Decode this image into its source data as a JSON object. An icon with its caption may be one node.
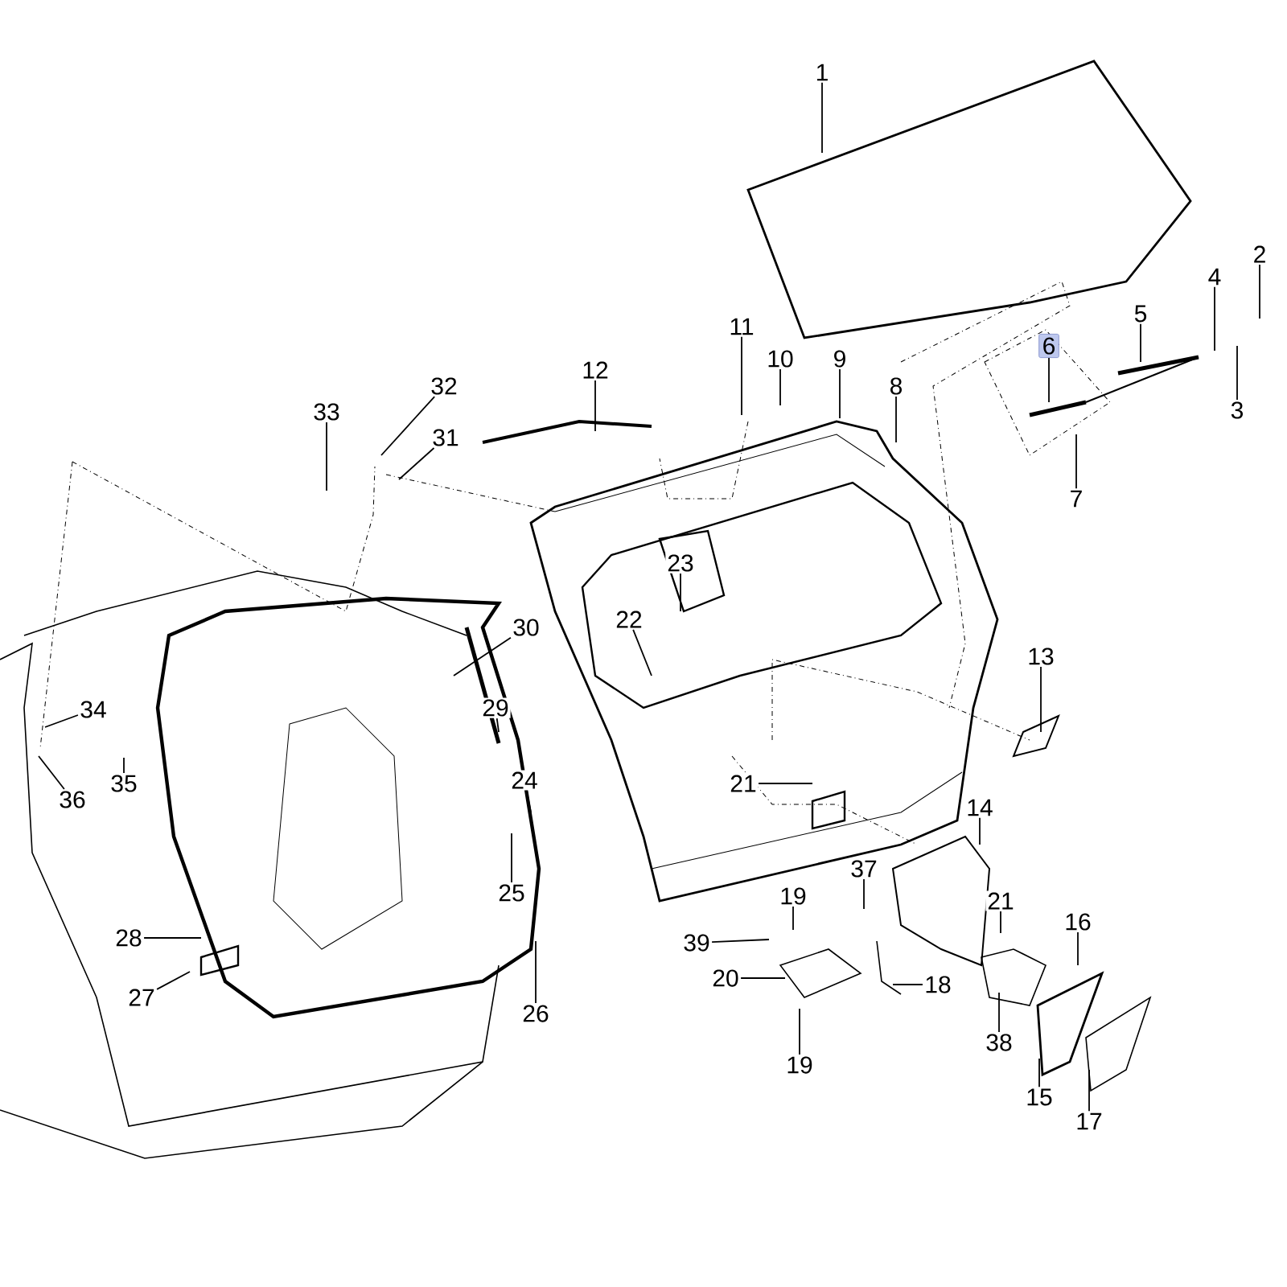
{
  "diagram": {
    "nodes": [
      {
        "text": [
          "1"
        ]
      },
      {
        "text": [
          "2"
        ]
      },
      {
        "text": [
          "3"
        ]
      },
      {
        "text": [
          "4"
        ]
      },
      {
        "text": [
          "5"
        ]
      },
      {
        "text": [
          "6"
        ]
      },
      {
        "text": [
          "7"
        ]
      },
      {
        "text": [
          "8"
        ]
      },
      {
        "text": [
          "9"
        ]
      },
      {
        "text": [
          "10"
        ]
      },
      {
        "text": [
          "11"
        ]
      },
      {
        "text": [
          "12"
        ]
      },
      {
        "text": [
          "13"
        ]
      },
      {
        "text": [
          "14"
        ]
      },
      {
        "text": [
          "15"
        ]
      },
      {
        "text": [
          "16"
        ]
      },
      {
        "text": [
          "17"
        ]
      },
      {
        "text": [
          "18"
        ]
      },
      {
        "text": [
          "19"
        ]
      },
      {
        "text": [
          "19"
        ]
      },
      {
        "text": [
          "20"
        ]
      },
      {
        "text": [
          "21"
        ]
      },
      {
        "text": [
          "21"
        ]
      },
      {
        "text": [
          "22"
        ]
      },
      {
        "text": [
          "23"
        ]
      },
      {
        "text": [
          "24"
        ]
      },
      {
        "text": [
          "25"
        ]
      },
      {
        "text": [
          "26"
        ]
      },
      {
        "text": [
          "27"
        ]
      },
      {
        "text": [
          "28"
        ]
      },
      {
        "text": [
          "29"
        ]
      },
      {
        "text": [
          "30"
        ]
      },
      {
        "text": [
          "31"
        ]
      },
      {
        "text": [
          "32"
        ]
      },
      {
        "text": [
          "33"
        ]
      },
      {
        "text": [
          "34"
        ]
      },
      {
        "text": [
          "35"
        ]
      },
      {
        "text": [
          "36"
        ]
      },
      {
        "text": [
          "37"
        ]
      },
      {
        "text": [
          "38"
        ]
      },
      {
        "text": [
          "39"
        ]
      }
    ],
    "edges": [
      {
        "from": 0,
        "to": null,
        "arrow": "none"
      },
      {
        "from": 1,
        "to": null,
        "arrow": "none"
      },
      {
        "from": 2,
        "to": null,
        "arrow": "none"
      },
      {
        "from": 3,
        "to": null,
        "arrow": "none"
      },
      {
        "from": 4,
        "to": null,
        "arrow": "none"
      },
      {
        "from": 5,
        "to": null,
        "arrow": "none"
      },
      {
        "from": 6,
        "to": null,
        "arrow": "none"
      },
      {
        "from": 7,
        "to": null,
        "arrow": "none"
      },
      {
        "from": 8,
        "to": null,
        "arrow": "none"
      },
      {
        "from": 9,
        "to": null,
        "arrow": "none"
      },
      {
        "from": 10,
        "to": null,
        "arrow": "none"
      },
      {
        "from": 11,
        "to": null,
        "arrow": "none"
      },
      {
        "from": 12,
        "to": null,
        "arrow": "none"
      },
      {
        "from": 13,
        "to": null,
        "arrow": "none"
      },
      {
        "from": 14,
        "to": null,
        "arrow": "none"
      },
      {
        "from": 15,
        "to": null,
        "arrow": "none"
      },
      {
        "from": 16,
        "to": null,
        "arrow": "none"
      },
      {
        "from": 17,
        "to": null,
        "arrow": "none"
      },
      {
        "from": 18,
        "to": null,
        "arrow": "none"
      },
      {
        "from": 19,
        "to": null,
        "arrow": "none"
      },
      {
        "from": 20,
        "to": null,
        "arrow": "none"
      },
      {
        "from": 21,
        "to": null,
        "arrow": "none"
      },
      {
        "from": 22,
        "to": null,
        "arrow": "none"
      },
      {
        "from": 23,
        "to": null,
        "arrow": "none"
      },
      {
        "from": 24,
        "to": null,
        "arrow": "none"
      },
      {
        "from": 25,
        "to": null,
        "arrow": "none"
      },
      {
        "from": 26,
        "to": null,
        "arrow": "none"
      },
      {
        "from": 27,
        "to": null,
        "arrow": "none"
      },
      {
        "from": 28,
        "to": null,
        "arrow": "none"
      },
      {
        "from": 29,
        "to": null,
        "arrow": "none"
      },
      {
        "from": 30,
        "to": null,
        "arrow": "none"
      },
      {
        "from": 31,
        "to": null,
        "arrow": "none"
      },
      {
        "from": 32,
        "to": null,
        "arrow": "none"
      },
      {
        "from": 33,
        "to": null,
        "arrow": "none"
      },
      {
        "from": 34,
        "to": null,
        "arrow": "none"
      },
      {
        "from": 35,
        "to": null,
        "arrow": "none"
      },
      {
        "from": 36,
        "to": null,
        "arrow": "none"
      },
      {
        "from": 37,
        "to": null,
        "arrow": "none"
      },
      {
        "from": 38,
        "to": null,
        "arrow": "none"
      },
      {
        "from": 39,
        "to": null,
        "arrow": "none"
      },
      {
        "from": 40,
        "to": null,
        "arrow": "none"
      }
    ]
  }
}
